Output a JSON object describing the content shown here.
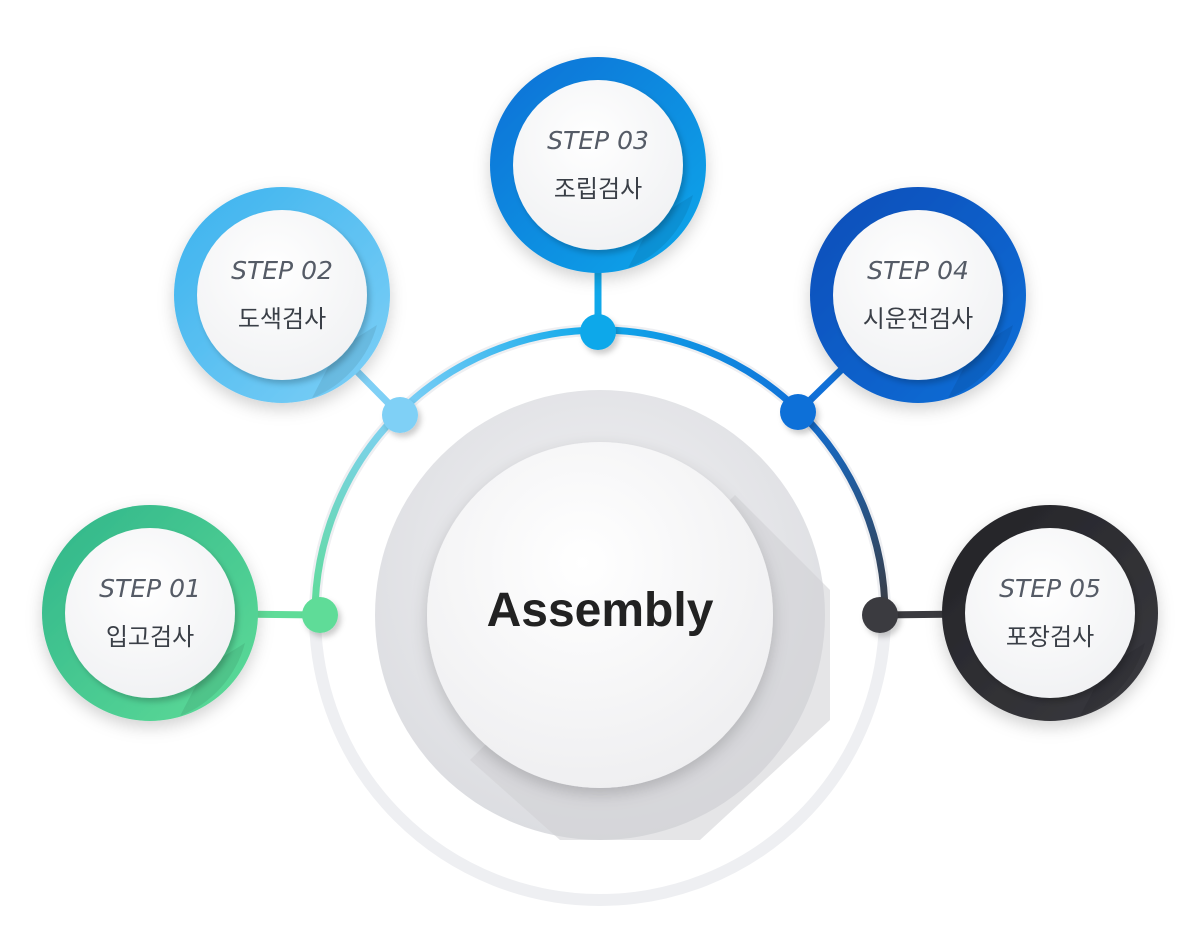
{
  "center": {
    "title": "Assembly"
  },
  "steps": [
    {
      "number": "STEP 01",
      "label": "입고검사",
      "color": "#5fdc98",
      "color_dark": "#2fb58a"
    },
    {
      "number": "STEP 02",
      "label": "도색검사",
      "color": "#7fd0f6",
      "color_dark": "#3ab2ee"
    },
    {
      "number": "STEP 03",
      "label": "조립검사",
      "color": "#10a8ea",
      "color_dark": "#0a6fd6"
    },
    {
      "number": "STEP 04",
      "label": "시운전검사",
      "color": "#1070d8",
      "color_dark": "#0a4cb8"
    },
    {
      "number": "STEP 05",
      "label": "포장검사",
      "color": "#3b3b40",
      "color_dark": "#222226"
    }
  ]
}
